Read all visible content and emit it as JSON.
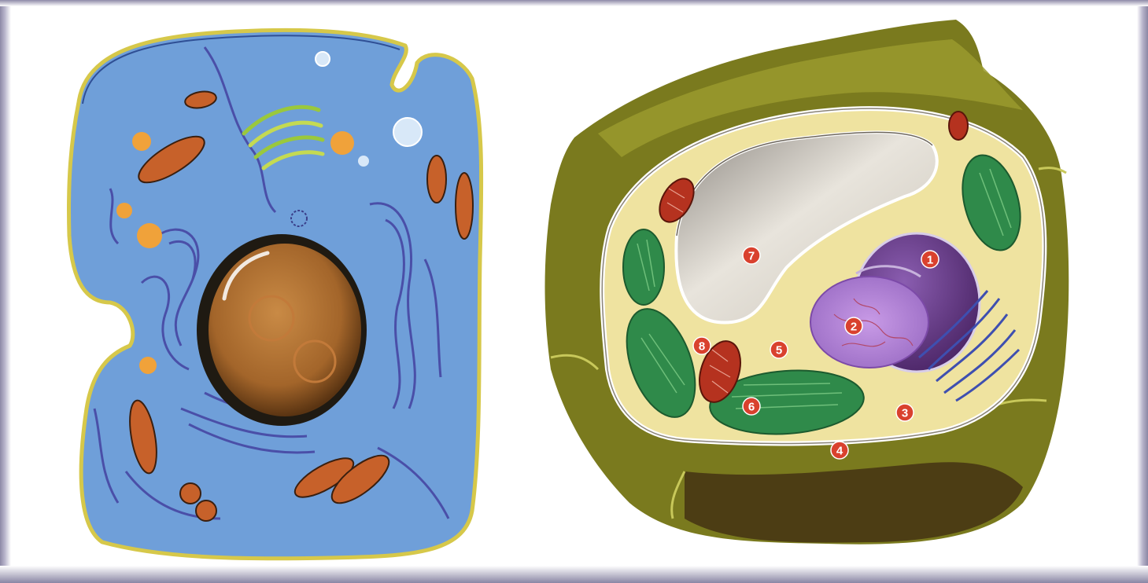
{
  "diagram": {
    "panels": [
      "animal-cell",
      "plant-cell"
    ],
    "colors": {
      "animal_cytoplasm": "#6f9fd9",
      "animal_membrane": "#d6c84a",
      "nucleus": "#a86a2c",
      "mitochondria": "#c7612a",
      "er": "#4a4fa8",
      "plant_wall": "#7a7a1e",
      "plant_cytoplasm": "#efe3a0",
      "chloroplast": "#2f8a4a",
      "vacuole": "#b8b2aa",
      "plant_nucleus": "#6b3d8f",
      "label_marker": "#d9412e"
    },
    "labels": {
      "l1": "1",
      "l2": "2",
      "l3": "3",
      "l4": "4",
      "l5": "5",
      "l6": "6",
      "l7": "7",
      "l8": "8"
    }
  }
}
